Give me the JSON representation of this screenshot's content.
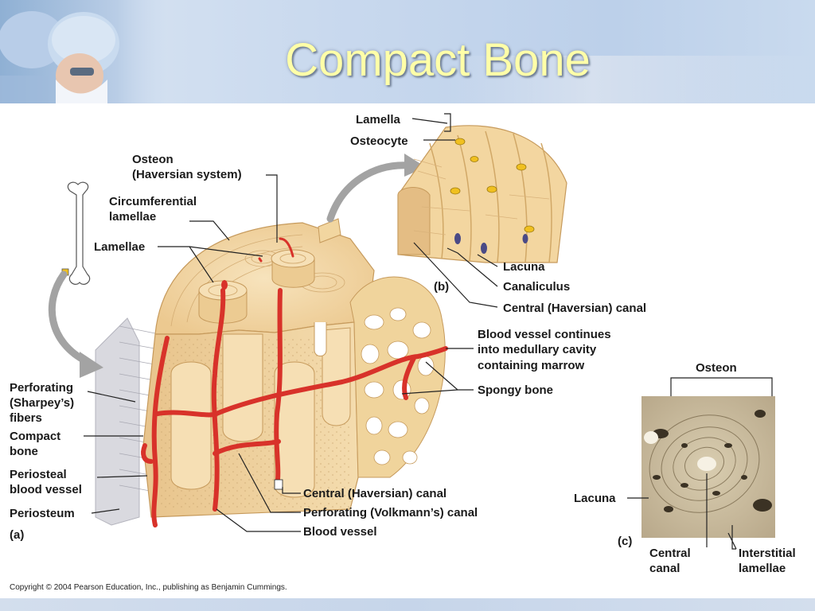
{
  "slide": {
    "title": "Compact Bone",
    "copyright": "Copyright © 2004 Pearson Education, Inc., publishing as Benjamin Cummings."
  },
  "diagram": {
    "panel_a": {
      "panel_label": "(a)",
      "labels": {
        "osteon_1": "Osteon",
        "osteon_2": "(Haversian system)",
        "circumferential_1": "Circumferential",
        "circumferential_2": "lamellae",
        "lamellae": "Lamellae",
        "perforating_fibers_1": "Perforating",
        "perforating_fibers_2": "(Sharpey’s)",
        "perforating_fibers_3": "fibers",
        "compact_bone_1": "Compact",
        "compact_bone_2": "bone",
        "periosteal_vessel_1": "Periosteal",
        "periosteal_vessel_2": "blood vessel",
        "periosteum": "Periosteum",
        "vessel_continues_1": "Blood vessel continues",
        "vessel_continues_2": "into medullary cavity",
        "vessel_continues_3": "containing marrow",
        "spongy_bone": "Spongy bone",
        "central_canal": "Central (Haversian) canal",
        "volkmann_canal": "Perforating (Volkmann’s) canal",
        "blood_vessel": "Blood vessel"
      }
    },
    "panel_b": {
      "panel_label": "(b)",
      "labels": {
        "lamella": "Lamella",
        "osteocyte": "Osteocyte",
        "lacuna": "Lacuna",
        "canaliculus": "Canaliculus",
        "central_canal": "Central (Haversian) canal"
      }
    },
    "panel_c": {
      "panel_label": "(c)",
      "labels": {
        "osteon": "Osteon",
        "lacuna": "Lacuna",
        "central_canal_1": "Central",
        "central_canal_2": "canal",
        "interstitial_1": "Interstitial",
        "interstitial_2": "lamellae"
      }
    }
  },
  "colors": {
    "bone": "#f3d9a8",
    "bone_dark": "#dcb37a",
    "vessel": "#d8322a",
    "title": "#ffffa8",
    "osteocyte": "#f0c020"
  }
}
